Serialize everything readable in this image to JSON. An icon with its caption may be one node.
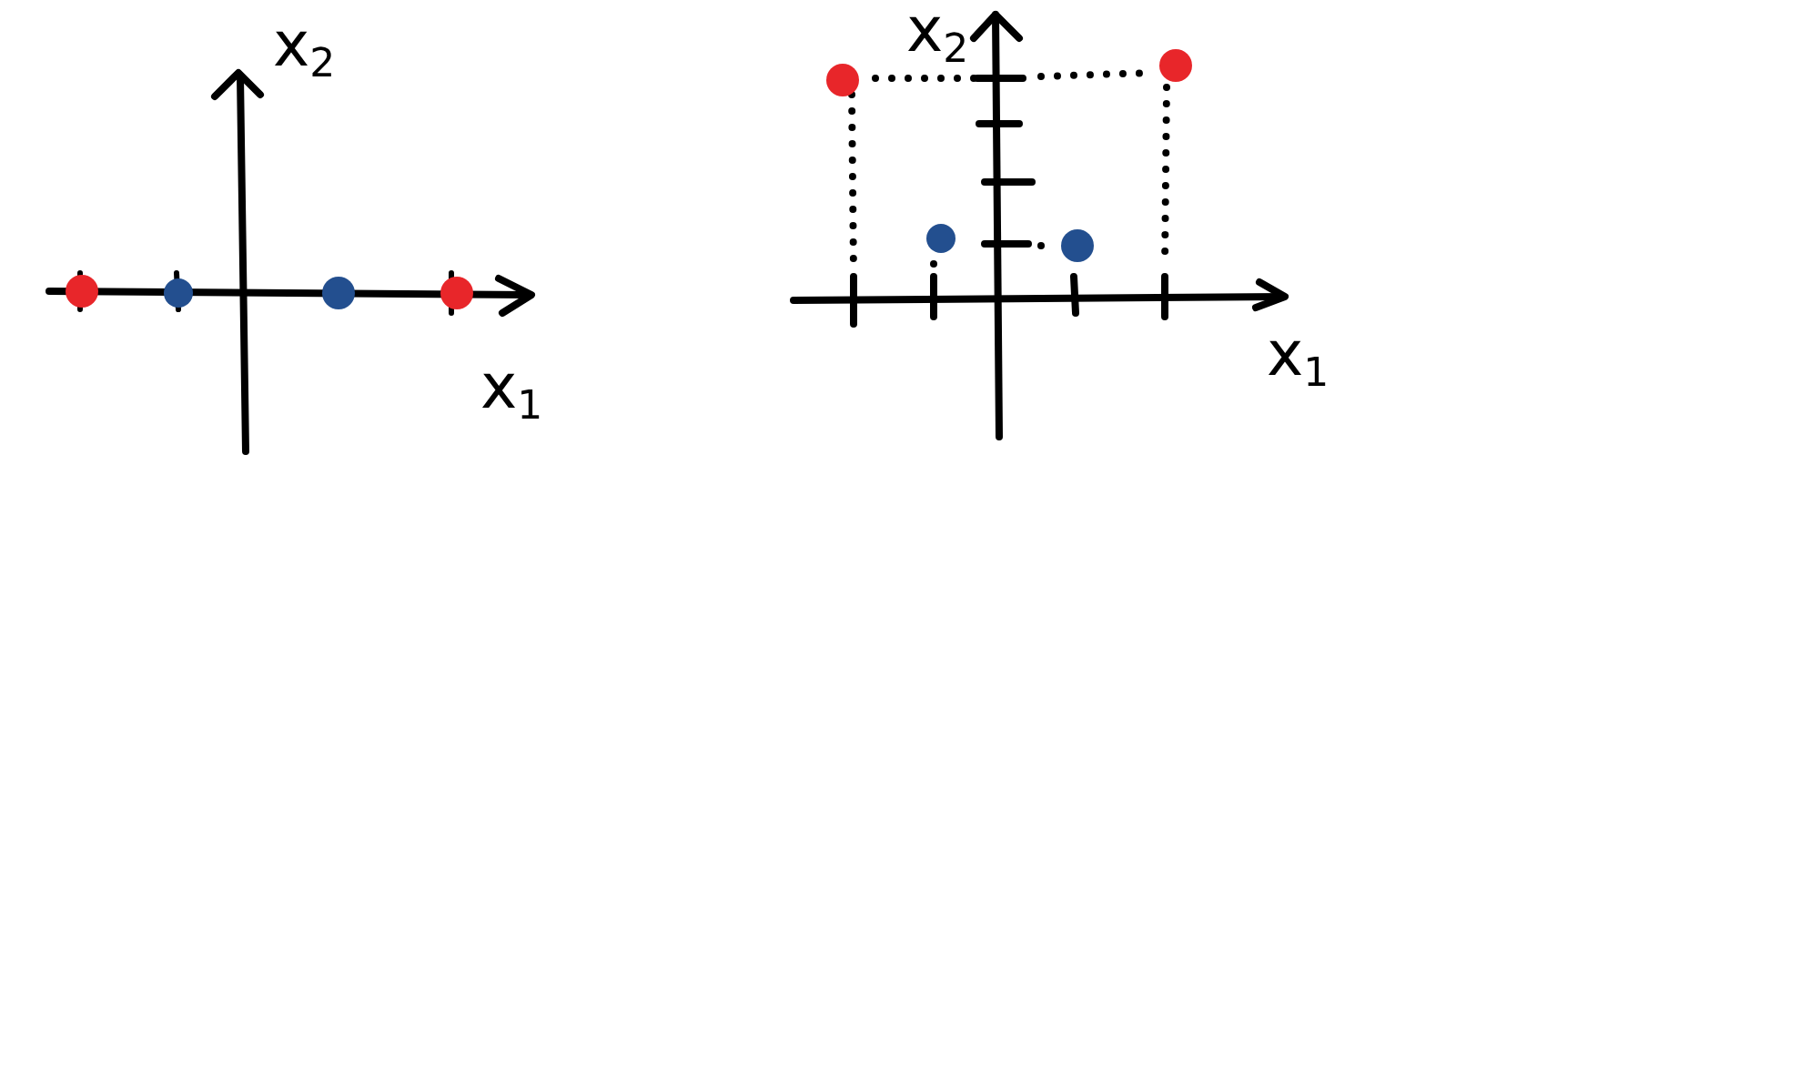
{
  "diagram": {
    "labels": [
      "x$_{2}$",
      "x$_{1}$",
      "x$_{2}$",
      "x$_{1}$"
    ]
  }
}
